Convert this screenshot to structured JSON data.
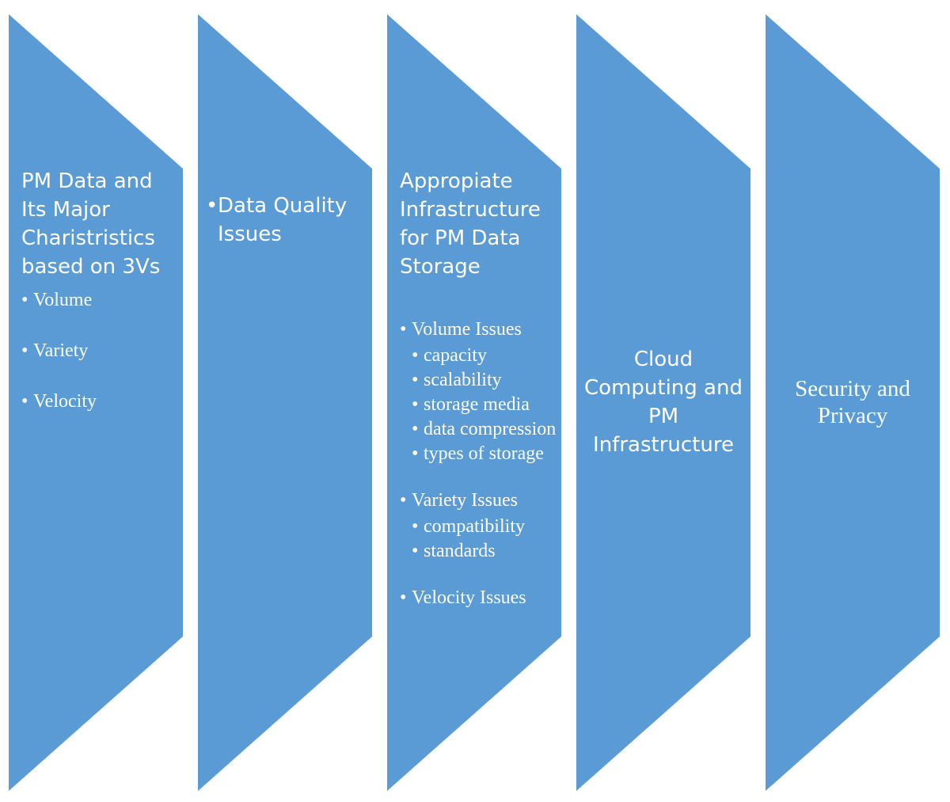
{
  "diagram": {
    "fill_color": "#5b9bd5",
    "text_color": "#ffffff",
    "columns": [
      {
        "title": "PM Data and Its Major Charistristics based on 3Vs",
        "bullets": [
          "Volume",
          "Variety",
          "Velocity"
        ]
      },
      {
        "title": "Data Quality Issues"
      },
      {
        "title": "Appropiate Infrastructure for PM Data Storage",
        "groups": [
          {
            "label": "Volume Issues",
            "items": [
              "capacity",
              "scalability",
              "storage media",
              "data compression",
              "types of storage"
            ]
          },
          {
            "label": "Variety Issues",
            "items": [
              "compatibility",
              "standards"
            ]
          },
          {
            "label": "Velocity Issues",
            "items": []
          }
        ]
      },
      {
        "title": "Cloud Computing and PM Infrastructure"
      },
      {
        "title": "Security and Privacy"
      }
    ]
  }
}
